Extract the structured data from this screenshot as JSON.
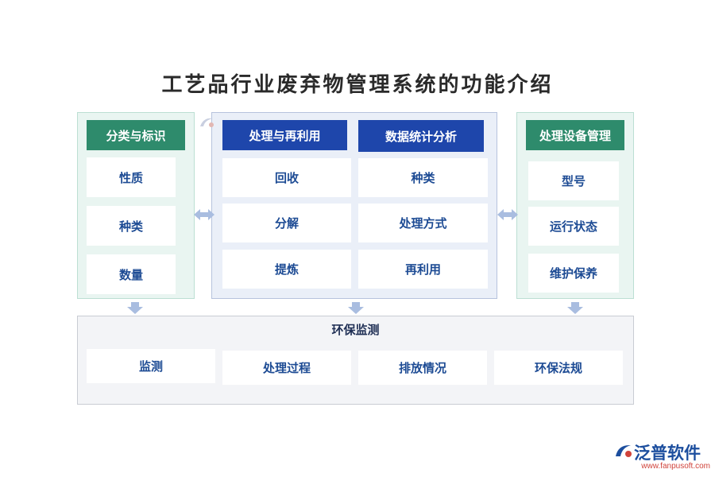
{
  "title": "工艺品行业废弃物管理系统的功能介绍",
  "left": {
    "header": "分类与标识",
    "items": [
      "性质",
      "种类",
      "数量"
    ]
  },
  "middle": {
    "col1": {
      "header": "处理与再利用",
      "items": [
        "回收",
        "分解",
        "提炼"
      ]
    },
    "col2": {
      "header": "数据统计分析",
      "items": [
        "种类",
        "处理方式",
        "再利用"
      ]
    }
  },
  "right": {
    "header": "处理设备管理",
    "items": [
      "型号",
      "运行状态",
      "维护保养"
    ]
  },
  "bottom": {
    "header": "环保监测",
    "items": [
      "监测",
      "处理过程",
      "排放情况",
      "环保法规"
    ]
  },
  "logo": {
    "name": "泛普软件",
    "url": "www.fanpusoft.com"
  },
  "colors": {
    "green": "#2e8b6c",
    "blue": "#1e46ab",
    "text_blue": "#1d4b94",
    "arrow": "#a9bde0"
  }
}
